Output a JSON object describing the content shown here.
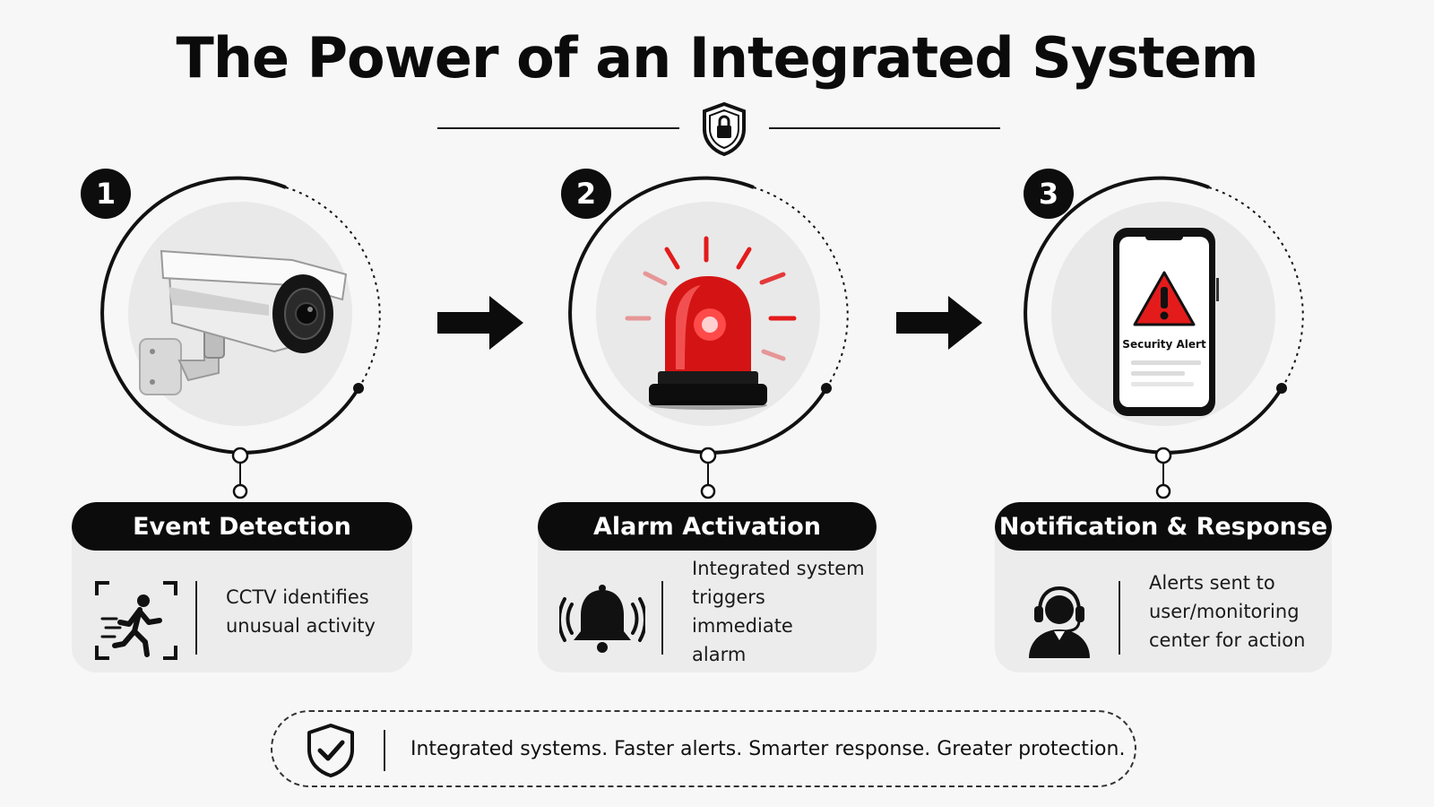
{
  "title": "The Power of an Integrated System",
  "steps": [
    {
      "number": "1",
      "heading": "Event Detection",
      "text": "CCTV identifies\nunusual activity",
      "illustration": "cctv-camera",
      "icon": "motion-detection-icon"
    },
    {
      "number": "2",
      "heading": "Alarm Activation",
      "text": "Integrated system\ntriggers immediate\nalarm",
      "illustration": "red-alarm-siren",
      "icon": "ringing-bell-icon"
    },
    {
      "number": "3",
      "heading": "Notification & Response",
      "text": "Alerts sent to\nuser/monitoring\ncenter for action",
      "illustration": "smartphone-alert",
      "icon": "support-agent-icon",
      "phone_alert": "Security Alert"
    }
  ],
  "footer": {
    "text": "Integrated systems. Faster alerts. Smarter response. Greater protection.",
    "icon": "shield-check-icon"
  },
  "colors": {
    "accent_red": "#e31b1b",
    "dark": "#0c0c0c",
    "card_bg": "#ececec"
  }
}
